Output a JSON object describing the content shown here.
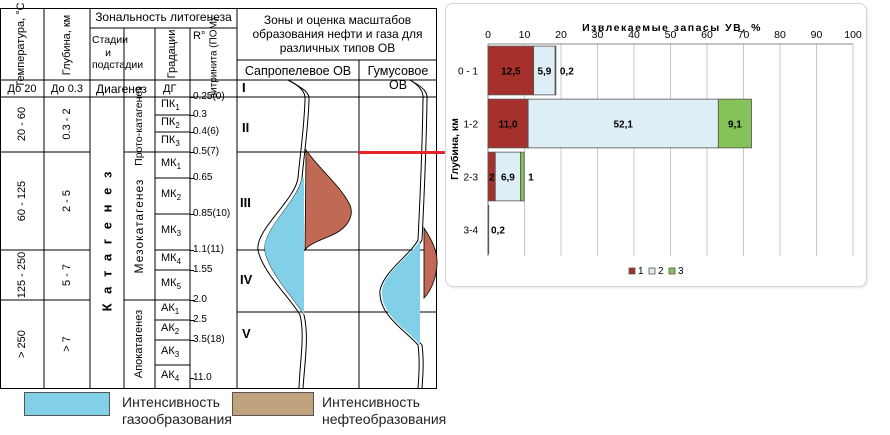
{
  "table": {
    "col_temp": "Температура, °C",
    "col_depth": "Глубина, км",
    "col_zonality": "Зональность литогенеза",
    "col_stages": "Стадии и подстадии",
    "col_gradations": "Градации",
    "col_ro_symbol": "R°",
    "col_ro_text": "витринита (ПОМ)",
    "col_zones": "Зоны и оценка масштабов образования нефти и газа для различных типов ОВ",
    "col_sapropel": "Сапропелевое ОВ",
    "col_humus": "Гумусовое ОВ",
    "rows_temp": [
      "До 20",
      "20 - 60",
      "60 - 125",
      "125 - 250",
      "> 250"
    ],
    "rows_depth": [
      "До 0.3",
      "0.3 - 2",
      "2 - 5",
      "5 - 7",
      "> 7"
    ],
    "diagenesis": "Диагенез",
    "diagenesis_grade": "ДГ",
    "catagenesis": "К а т а г е н е з",
    "protocatagenesis": "Прото-катагенез",
    "mesocatagenesis": "Мезокатагенез",
    "apocatagenesis": "Апокатагенез",
    "grades": [
      {
        "main": "ПК",
        "sub": "1"
      },
      {
        "main": "ПК",
        "sub": "2"
      },
      {
        "main": "ПК",
        "sub": "3"
      },
      {
        "main": "МК",
        "sub": "1"
      },
      {
        "main": "МК",
        "sub": "2"
      },
      {
        "main": "МК",
        "sub": "3"
      },
      {
        "main": "МК",
        "sub": "4"
      },
      {
        "main": "МК",
        "sub": "5"
      },
      {
        "main": "АК",
        "sub": "1"
      },
      {
        "main": "АК",
        "sub": "2"
      },
      {
        "main": "АК",
        "sub": "3"
      },
      {
        "main": "АК",
        "sub": "4"
      }
    ],
    "ro_values": [
      "0.25(0)",
      "0.3",
      "0.4(6)",
      "0.5(7)",
      "0.65",
      "0.85(10)",
      "1.1(11)",
      "1.55",
      "2.0",
      "2.5",
      "3.5(18)",
      "11.0"
    ],
    "zones": [
      "I",
      "II",
      "III",
      "IV",
      "V"
    ]
  },
  "legend": {
    "gas_line1": "Интенсивность",
    "gas_line2": "газообразования",
    "oil_line1": "Интенсивность",
    "oil_line2": "нефтеобразования",
    "gas_color": "#82cfe8",
    "oil_color": "#c88a74"
  },
  "chart_data": {
    "type": "bar",
    "orientation": "horizontal-stacked",
    "title": "Извлекаемые запасы УВ, %",
    "ylabel": "Глубина, км",
    "categories": [
      "0 - 1",
      "1-2",
      "2-3",
      "3-4"
    ],
    "xlim": [
      0,
      100
    ],
    "xticks": [
      0,
      10,
      20,
      30,
      40,
      50,
      60,
      70,
      80,
      90,
      100
    ],
    "grid": true,
    "legend_position": "bottom",
    "series": [
      {
        "name": "1",
        "color": "#a6302c",
        "values": [
          12.5,
          11.0,
          2,
          0
        ],
        "labels": [
          "12,5",
          "11,0",
          "2",
          ""
        ]
      },
      {
        "name": "2",
        "color": "#ddeef7",
        "values": [
          5.9,
          52.1,
          6.9,
          0.2
        ],
        "labels": [
          "5,9",
          "52,1",
          "6,9",
          "0,2"
        ]
      },
      {
        "name": "3",
        "color": "#86c25a",
        "values": [
          0.2,
          9.1,
          1,
          0
        ],
        "labels": [
          "0,2",
          "9,1",
          "1",
          ""
        ]
      }
    ]
  },
  "connector_color": "#e8242a"
}
